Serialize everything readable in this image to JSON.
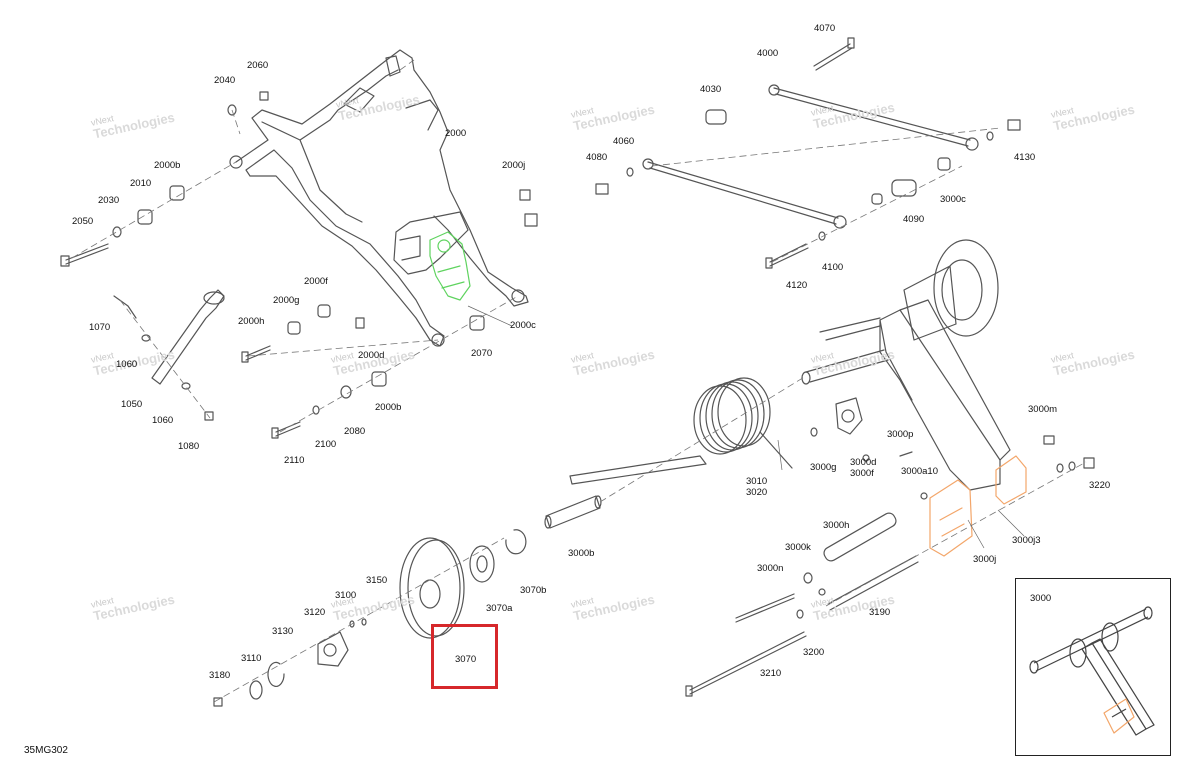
{
  "diagram": {
    "reference_code": "35MG302",
    "highlighted_part": "3070",
    "inset_label": "3000",
    "colors": {
      "line": "#555555",
      "highlight_box": "#d6282b",
      "green_part": "#5fd35f",
      "orange_part": "#f3a66a"
    },
    "watermark": {
      "line1": "vNext",
      "line2": "Technologies"
    },
    "callouts": [
      "2060",
      "2040",
      "2000",
      "2000b",
      "2010",
      "2030",
      "2050",
      "2000j",
      "1070",
      "1060",
      "1050",
      "1060",
      "1080",
      "2000f",
      "2000g",
      "2000h",
      "2000d",
      "2000c",
      "2070",
      "2080",
      "2000b",
      "2100",
      "2110",
      "4070",
      "4000",
      "4030",
      "4060",
      "4080",
      "4130",
      "4090",
      "3000c",
      "4100",
      "4120",
      "3000m",
      "3000p",
      "3000a10",
      "3000d",
      "3000f",
      "3000g",
      "3010",
      "3020",
      "3220",
      "3000j3",
      "3000j",
      "3000h",
      "3000k",
      "3000n",
      "3190",
      "3200",
      "3210",
      "3000b",
      "3070a",
      "3070b",
      "3070",
      "3150",
      "3100",
      "3120",
      "3130",
      "3110",
      "3180"
    ]
  }
}
